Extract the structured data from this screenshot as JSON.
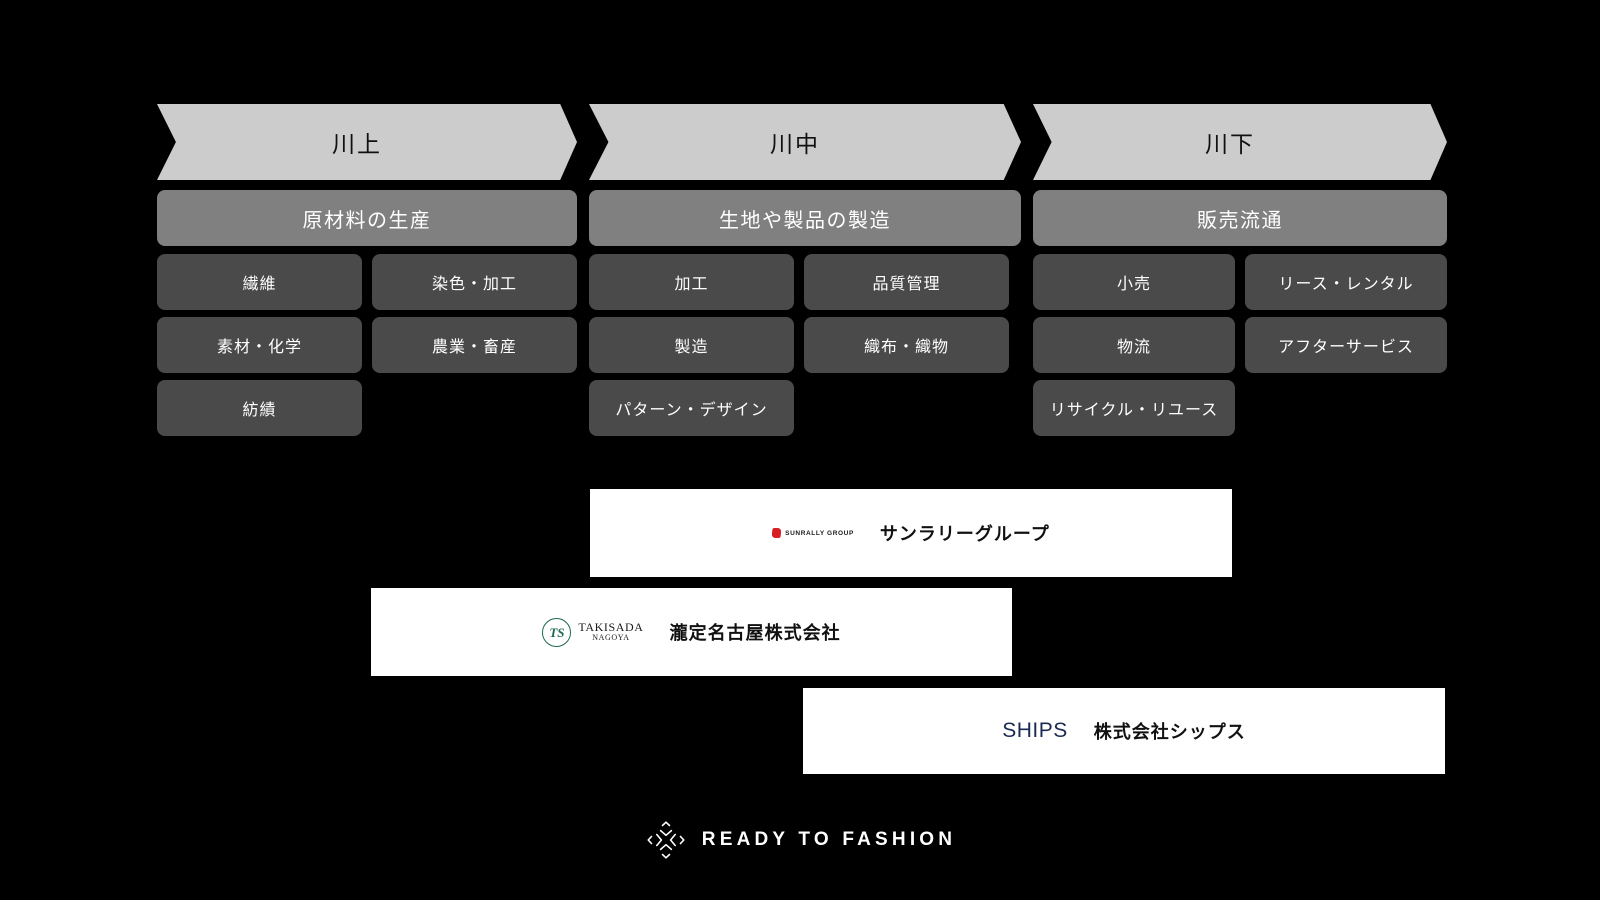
{
  "page": {
    "background": "#000000",
    "accent_banner": "#cccccc",
    "accent_category": "#808080",
    "accent_tile": "#4a4a4a"
  },
  "chain": {
    "columns": [
      {
        "banner": "川上",
        "category": "原材料の生産",
        "tiles": [
          "繊維",
          "染色・加工",
          "素材・化学",
          "農業・畜産",
          "紡績"
        ]
      },
      {
        "banner": "川中",
        "category": "生地や製品の製造",
        "tiles": [
          "加工",
          "品質管理",
          "製造",
          "織布・織物",
          "パターン・デザイン"
        ]
      },
      {
        "banner": "川下",
        "category": "販売流通",
        "tiles": [
          "小売",
          "リース・レンタル",
          "物流",
          "アフターサービス",
          "リサイクル・リユース"
        ]
      }
    ]
  },
  "companies": [
    {
      "logo_icon": "sunrally-logo-icon",
      "logo_text": "SUNRALLY GROUP",
      "name": "サンラリーグループ",
      "logo_color": "#d81f26"
    },
    {
      "logo_icon": "takisada-logo-icon",
      "logo_monogram": "TS",
      "logo_text_main": "TAKISADA",
      "logo_text_sub": "NAGOYA",
      "name": "瀧定名古屋株式会社",
      "logo_color": "#1e6b4e"
    },
    {
      "logo_icon": "ships-logo-icon",
      "logo_text": "SHIPS",
      "name": "株式会社シップス",
      "logo_color": "#1b2a54"
    }
  ],
  "footer": {
    "mark_icon": "ready-to-fashion-mark-icon",
    "wordmark": "READY TO FASHION"
  }
}
